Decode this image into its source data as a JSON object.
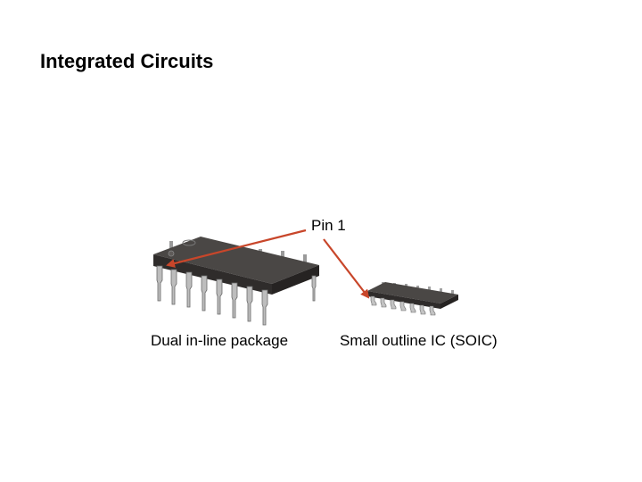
{
  "slide": {
    "title": "Integrated Circuits",
    "pin_label": "Pin 1",
    "dip_label": "Dual in-line package",
    "soic_label": "Small outline IC (SOIC)"
  },
  "colors": {
    "arrow": "#c8462a",
    "chip_top": "#4a4745",
    "chip_side": "#2f2c2b",
    "pins": "#b8b8b8"
  }
}
